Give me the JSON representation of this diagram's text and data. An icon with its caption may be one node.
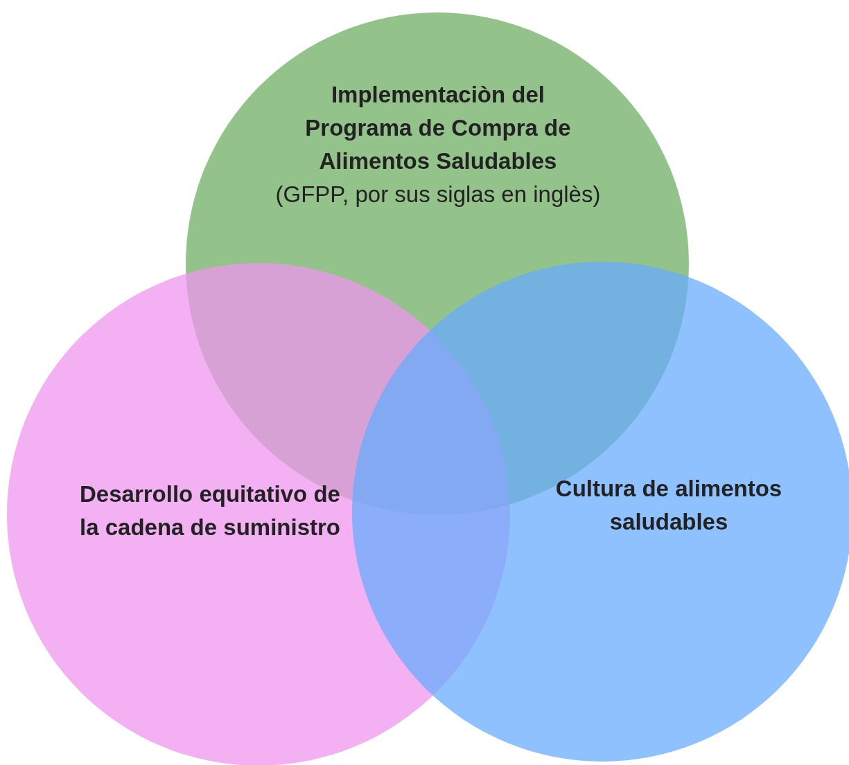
{
  "diagram": {
    "nodes": [
      {
        "text": [
          "Implementaciòn del Programa de Compra de Alimentos Saludables",
          "(GFPP, por sus siglas en inglès)"
        ]
      },
      {
        "text": [
          "Desarrollo equitativo de la cadena de suministro"
        ]
      },
      {
        "text": [
          "Cultura de alimentos saludables"
        ]
      }
    ]
  }
}
